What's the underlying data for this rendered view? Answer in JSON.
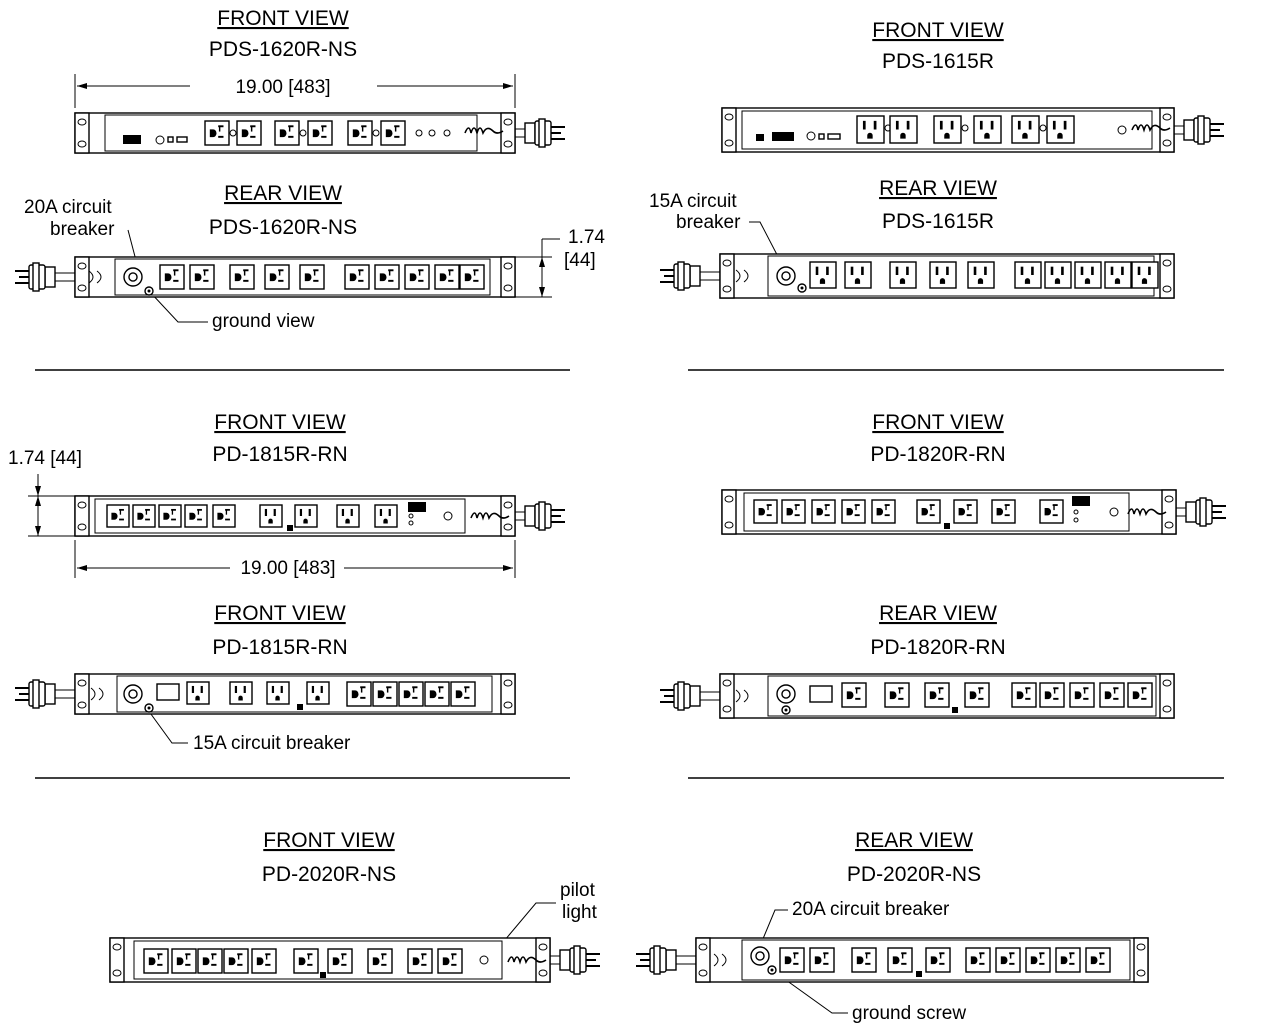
{
  "views": {
    "pds1620_front": {
      "view": "FRONT VIEW",
      "model": "PDS-1620R-NS"
    },
    "pds1620_rear": {
      "view": "REAR VIEW",
      "model": "PDS-1620R-NS"
    },
    "pds1615_front": {
      "view": "FRONT VIEW",
      "model": "PDS-1615R"
    },
    "pds1615_rear": {
      "view": "REAR VIEW",
      "model": "PDS-1615R"
    },
    "pd1815_front": {
      "view": "FRONT VIEW",
      "model": "PD-1815R-RN"
    },
    "pd1815_rear": {
      "view": "FRONT VIEW",
      "model": "PD-1815R-RN"
    },
    "pd1820_front": {
      "view": "FRONT VIEW",
      "model": "PD-1820R-RN"
    },
    "pd1820_rear": {
      "view": "REAR VIEW",
      "model": "PD-1820R-RN"
    },
    "pd2020_front": {
      "view": "FRONT VIEW",
      "model": "PD-2020R-NS"
    },
    "pd2020_rear": {
      "view": "REAR VIEW",
      "model": "PD-2020R-NS"
    }
  },
  "dimensions": {
    "width_top": "19.00 [483]",
    "height_top_value": "1.74",
    "height_top_metric": "[44]",
    "height_mid": "1.74 [44]",
    "width_mid": "19.00 [483]"
  },
  "callouts": {
    "breaker_20a_line1": "20A circuit",
    "breaker_20a_line2": "breaker",
    "ground_view": "ground view",
    "breaker_15a_line1": "15A circuit",
    "breaker_15a_line2": "breaker",
    "breaker_15a_single": "15A circuit breaker",
    "pilot_light_line1": "pilot",
    "pilot_light_line2": "light",
    "breaker_20a_single": "20A circuit breaker",
    "ground_screw": "ground screw"
  },
  "icons": {
    "duplex_outlet": "duplex-outlet-icon",
    "nema_outlet": "nema-outlet-icon",
    "power_plug": "power-plug-icon",
    "circuit_breaker": "circuit-breaker-icon",
    "ground_screw": "ground-screw-icon",
    "logo": "middle-atlantic-logo"
  }
}
